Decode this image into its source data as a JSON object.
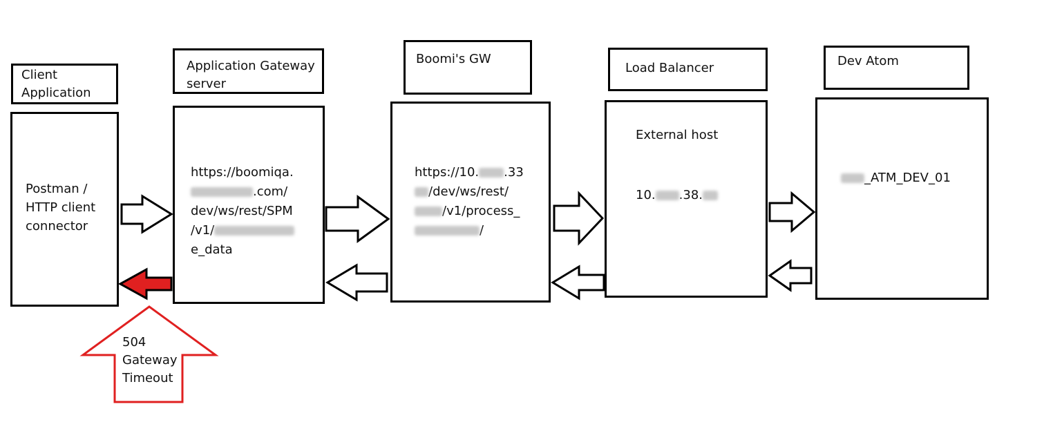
{
  "nodes": {
    "client": {
      "title": "Client\nApplication",
      "body": "Postman /\nHTTP client\nconnector"
    },
    "appgw": {
      "title": "Application Gateway\nserver",
      "body_lines": [
        "https://boomiqa.",
        ".com/",
        "dev/ws/rest/SPM",
        "/v1/",
        "e_data"
      ]
    },
    "boomigw": {
      "title": "Boomi's GW",
      "body_lines": [
        "https://10.",
        ".33",
        "/dev/ws/rest/",
        "/v1/process_",
        "/"
      ]
    },
    "lb": {
      "title": "Load Balancer",
      "subtitle": "External host",
      "ip_prefix": "10.",
      "ip_mid": ".38."
    },
    "atom": {
      "title": "Dev Atom",
      "body_suffix": "_ATM_DEV_01"
    }
  },
  "error": {
    "label": "504\nGateway\nTimeout",
    "color": "#e02020"
  }
}
